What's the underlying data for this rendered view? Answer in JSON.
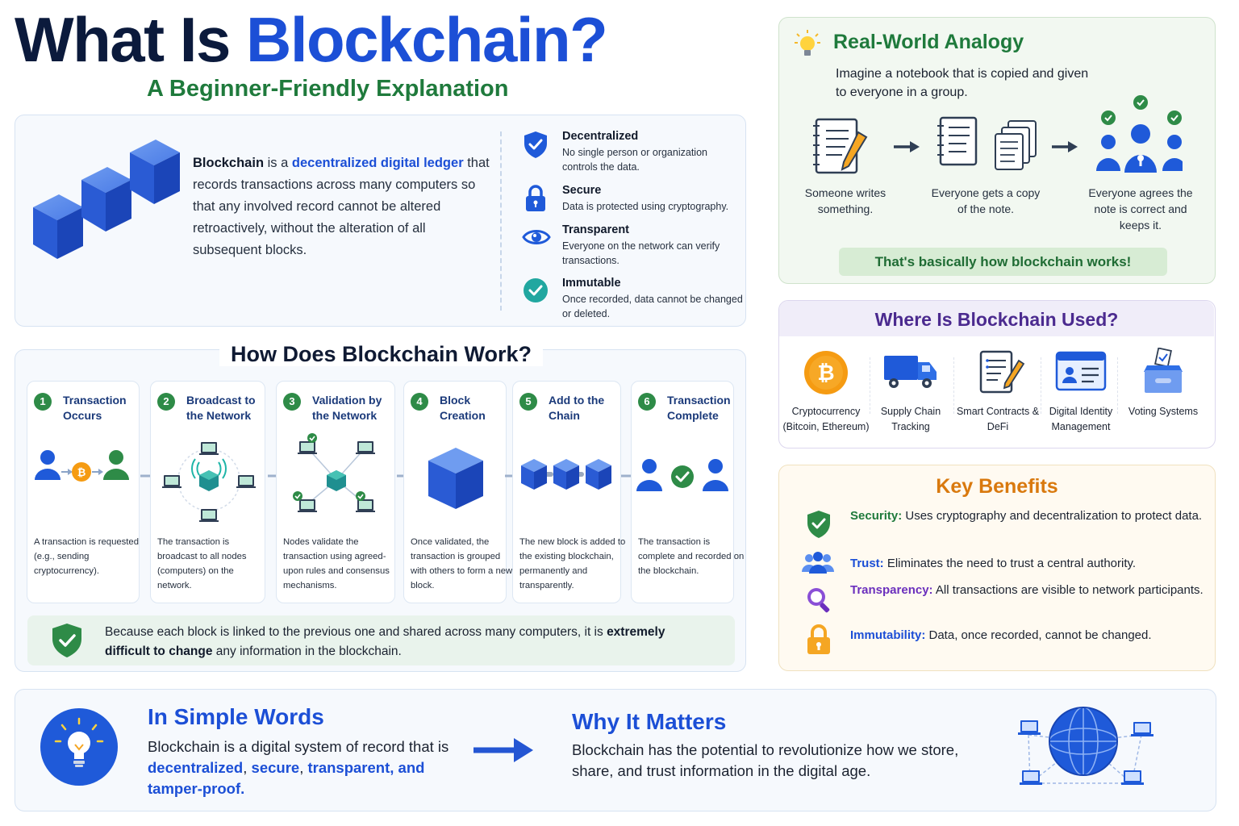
{
  "header": {
    "title_lead": "What Is",
    "title_accent": "Blockchain?",
    "subtitle": "A Beginner-Friendly Explanation"
  },
  "intro": {
    "term": "Blockchain",
    "is_a": " is a ",
    "highlight": "decentralized digital ledger",
    "rest": " that records transactions across many computers so that any involved record cannot be altered retroactively, without the alteration of all subsequent blocks."
  },
  "features": [
    {
      "title": "Decentralized",
      "desc": "No single person or organization controls the data.",
      "icon": "shield-check-icon"
    },
    {
      "title": "Secure",
      "desc": "Data is protected using cryptography.",
      "icon": "lock-icon"
    },
    {
      "title": "Transparent",
      "desc": "Everyone on the network can verify transactions.",
      "icon": "eye-icon"
    },
    {
      "title": "Immutable",
      "desc": "Once recorded, data cannot be changed or deleted.",
      "icon": "check-circle-icon"
    }
  ],
  "how": {
    "title": "How Does Blockchain Work?",
    "steps": [
      {
        "num": "1",
        "label": "Transaction Occurs",
        "desc": "A transaction is requested (e.g., sending cryptocurrency)."
      },
      {
        "num": "2",
        "label": "Broadcast to the Network",
        "desc": "The transaction is broadcast to all nodes (computers) on the network."
      },
      {
        "num": "3",
        "label": "Validation by the Network",
        "desc": "Nodes validate the transaction using agreed-upon rules and consensus mechanisms."
      },
      {
        "num": "4",
        "label": "Block Creation",
        "desc": "Once validated, the transaction is grouped with others to form a new block."
      },
      {
        "num": "5",
        "label": "Add to the Chain",
        "desc": "The new block is added to the existing blockchain, permanently and transparently."
      },
      {
        "num": "6",
        "label": "Transaction Complete",
        "desc": "The transaction is complete and recorded on the blockchain."
      }
    ],
    "note_pre": "Because each block is linked to the previous one and shared across many computers, it is ",
    "note_bold": "extremely difficult to change",
    "note_post": " any information in the blockchain."
  },
  "analogy": {
    "title": "Real-World Analogy",
    "intro": "Imagine a notebook that is copied and given to everyone in a group.",
    "captions": [
      "Someone writes something.",
      "Everyone gets a copy of the note.",
      "Everyone agrees the note is correct and keeps it."
    ],
    "conclusion": "That's basically how blockchain works!"
  },
  "uses": {
    "title": "Where Is Blockchain Used?",
    "items": [
      {
        "label": "Cryptocurrency (Bitcoin, Ethereum)",
        "icon": "bitcoin-icon"
      },
      {
        "label": "Supply Chain Tracking",
        "icon": "truck-icon"
      },
      {
        "label": "Smart Contracts & DeFi",
        "icon": "contract-icon"
      },
      {
        "label": "Digital Identity Management",
        "icon": "id-card-icon"
      },
      {
        "label": "Voting Systems",
        "icon": "ballot-box-icon"
      }
    ]
  },
  "benefits": {
    "title": "Key Benefits",
    "items": [
      {
        "term": "Security:",
        "text": " Uses cryptography and decentralization to protect data.",
        "icon": "shield-check-icon"
      },
      {
        "term": "Trust:",
        "text": " Eliminates the need to trust a central authority.",
        "icon": "people-icon"
      },
      {
        "term": "Transparency:",
        "text": " All transactions are visible to network participants.",
        "icon": "magnifier-icon"
      },
      {
        "term": "Immutability:",
        "text": " Data, once recorded, cannot be changed.",
        "icon": "lock-icon"
      }
    ]
  },
  "bottom": {
    "simple_title": "In Simple Words",
    "simple_pre": "Blockchain is a digital system of record that is ",
    "simple_h1": "decentralized",
    "sep1": ", ",
    "simple_h2": "secure",
    "sep2": ", ",
    "simple_h3": "transparent",
    "sep3": ", and ",
    "simple_h4": "tamper-proof",
    "period": ".",
    "matters_title": "Why It Matters",
    "matters_text": "Blockchain has the potential to revolutionize how we store, share, and trust information in the digital age."
  }
}
